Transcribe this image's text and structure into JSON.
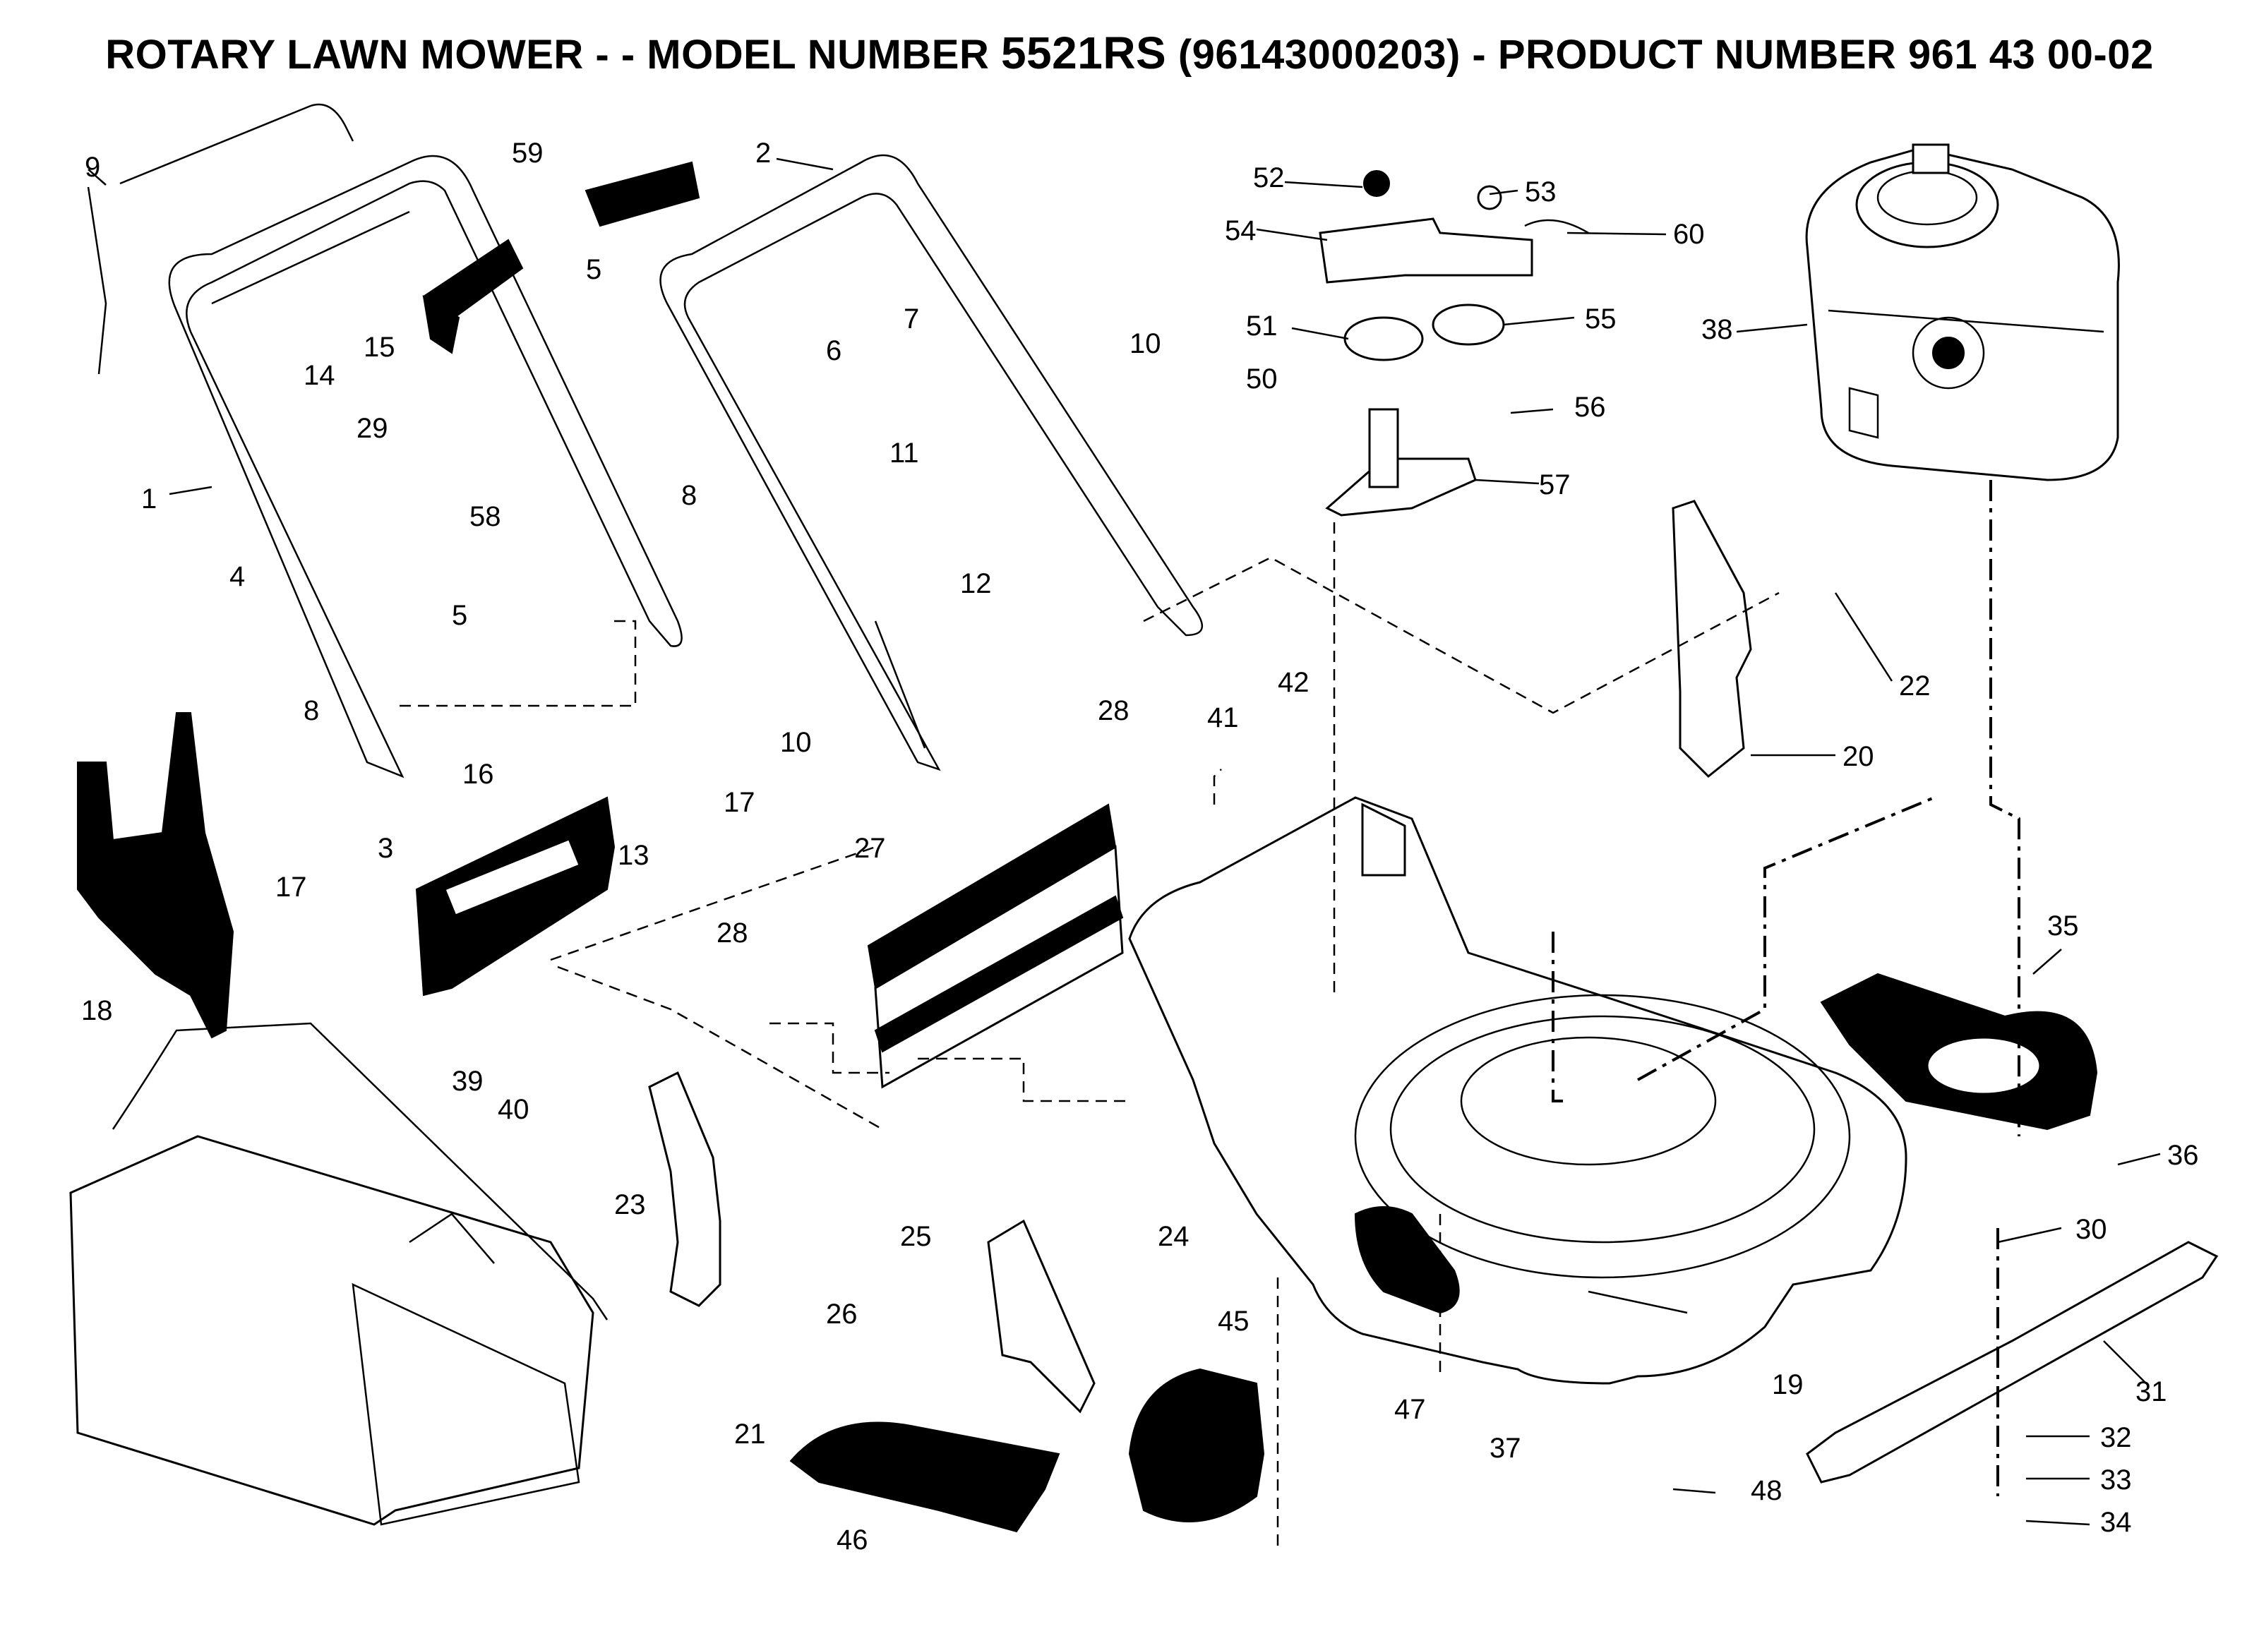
{
  "title": {
    "prefix": "ROTARY LAWN MOWER - - MODEL NUMBER",
    "model": "5521RS",
    "suffix": "(96143000203) - PRODUCT NUMBER 961 43 00-02"
  },
  "callouts": [
    "1",
    "2",
    "3",
    "4",
    "5",
    "5",
    "6",
    "7",
    "8",
    "8",
    "9",
    "10",
    "10",
    "11",
    "12",
    "13",
    "14",
    "15",
    "16",
    "17",
    "17",
    "18",
    "19",
    "20",
    "21",
    "22",
    "23",
    "24",
    "25",
    "26",
    "27",
    "28",
    "28",
    "29",
    "30",
    "31",
    "32",
    "33",
    "34",
    "35",
    "36",
    "37",
    "38",
    "39",
    "40",
    "41",
    "42",
    "45",
    "46",
    "47",
    "48",
    "50",
    "51",
    "52",
    "53",
    "54",
    "55",
    "56",
    "57",
    "58",
    "59",
    "60"
  ]
}
